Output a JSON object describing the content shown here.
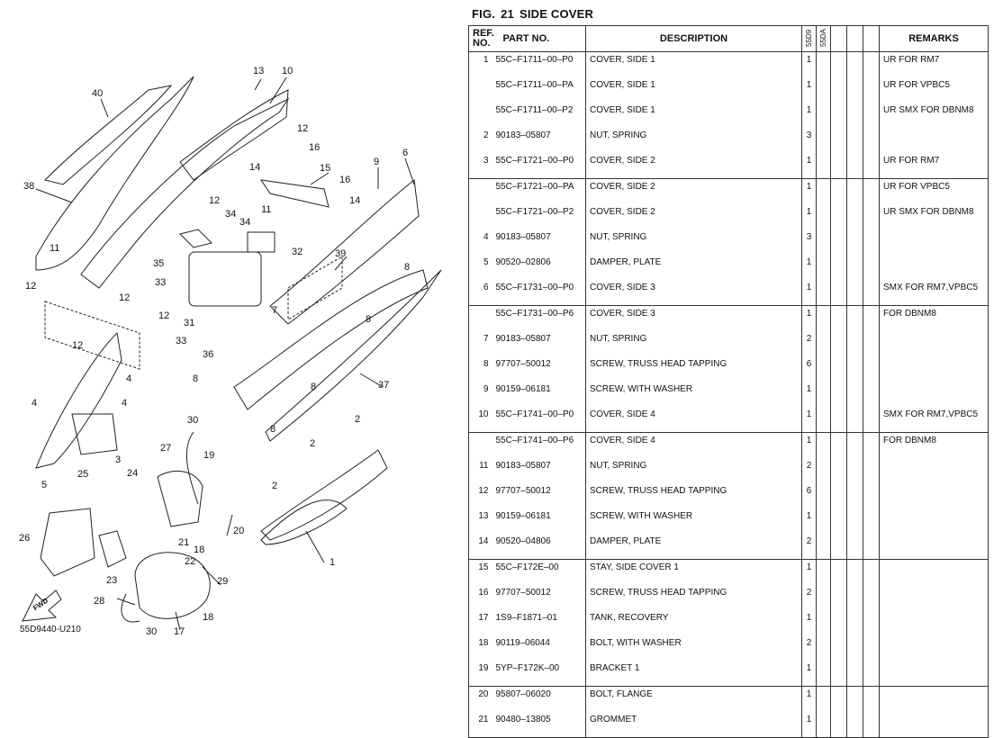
{
  "figure": {
    "label": "FIG.",
    "number": "21",
    "title": "SIDE COVER"
  },
  "diagram": {
    "code": "55D9440-U210",
    "fwd_label": "FWD",
    "callouts": [
      {
        "id": "c13",
        "text": "13"
      },
      {
        "id": "c10",
        "text": "10"
      },
      {
        "id": "c40",
        "text": "40"
      },
      {
        "id": "c12a",
        "text": "12"
      },
      {
        "id": "c16a",
        "text": "16"
      },
      {
        "id": "c6",
        "text": "6"
      },
      {
        "id": "c14a",
        "text": "14"
      },
      {
        "id": "c9",
        "text": "9"
      },
      {
        "id": "c15",
        "text": "15"
      },
      {
        "id": "c16b",
        "text": "16"
      },
      {
        "id": "c38",
        "text": "38"
      },
      {
        "id": "c14b",
        "text": "14"
      },
      {
        "id": "c11a",
        "text": "11"
      },
      {
        "id": "c12b",
        "text": "12"
      },
      {
        "id": "c34a",
        "text": "34"
      },
      {
        "id": "c34b",
        "text": "34"
      },
      {
        "id": "c32",
        "text": "32"
      },
      {
        "id": "c8a",
        "text": "8"
      },
      {
        "id": "c11b",
        "text": "11"
      },
      {
        "id": "c35",
        "text": "35"
      },
      {
        "id": "c39",
        "text": "39"
      },
      {
        "id": "c12c",
        "text": "12"
      },
      {
        "id": "c12d",
        "text": "12"
      },
      {
        "id": "c33a",
        "text": "33"
      },
      {
        "id": "c12e",
        "text": "12"
      },
      {
        "id": "c7",
        "text": "7"
      },
      {
        "id": "c31",
        "text": "31"
      },
      {
        "id": "c8b",
        "text": "8"
      },
      {
        "id": "c12f",
        "text": "12"
      },
      {
        "id": "c33b",
        "text": "33"
      },
      {
        "id": "c36",
        "text": "36"
      },
      {
        "id": "c4a",
        "text": "4"
      },
      {
        "id": "c37",
        "text": "37"
      },
      {
        "id": "c8c",
        "text": "8"
      },
      {
        "id": "c4b",
        "text": "4"
      },
      {
        "id": "c4c",
        "text": "4"
      },
      {
        "id": "c8d",
        "text": "8"
      },
      {
        "id": "c8e",
        "text": "8"
      },
      {
        "id": "c3",
        "text": "3"
      },
      {
        "id": "c30a",
        "text": "30"
      },
      {
        "id": "c2a",
        "text": "2"
      },
      {
        "id": "c27",
        "text": "27"
      },
      {
        "id": "c19",
        "text": "19"
      },
      {
        "id": "c5",
        "text": "5"
      },
      {
        "id": "c25",
        "text": "25"
      },
      {
        "id": "c2b",
        "text": "2"
      },
      {
        "id": "c24",
        "text": "24"
      },
      {
        "id": "c2c",
        "text": "2"
      },
      {
        "id": "c20",
        "text": "20"
      },
      {
        "id": "c26",
        "text": "26"
      },
      {
        "id": "c21",
        "text": "21"
      },
      {
        "id": "c18a",
        "text": "18"
      },
      {
        "id": "c1",
        "text": "1"
      },
      {
        "id": "c22",
        "text": "22"
      },
      {
        "id": "c23",
        "text": "23"
      },
      {
        "id": "c29",
        "text": "29"
      },
      {
        "id": "c28",
        "text": "28"
      },
      {
        "id": "c18b",
        "text": "18"
      },
      {
        "id": "c30b",
        "text": "30"
      },
      {
        "id": "c17",
        "text": "17"
      }
    ]
  },
  "table": {
    "headers": {
      "ref_line1": "REF.",
      "ref_line2": "NO.",
      "part": "PART NO.",
      "description": "DESCRIPTION",
      "col1": "55D9",
      "col2": "55DA",
      "remarks": "REMARKS"
    },
    "rows": [
      {
        "ref": "1",
        "part": "55C–F1711–00–P0",
        "desc": "COVER, SIDE 1",
        "qty": "1",
        "remarks": "UR FOR RM7"
      },
      {
        "ref": "",
        "part": "55C–F1711–00–PA",
        "desc": "COVER, SIDE 1",
        "qty": "1",
        "remarks": "UR FOR VPBC5"
      },
      {
        "ref": "",
        "part": "55C–F1711–00–P2",
        "desc": "COVER, SIDE 1",
        "qty": "1",
        "remarks": "UR SMX FOR DBNM8"
      },
      {
        "ref": "2",
        "part": "90183–05807",
        "desc": "NUT, SPRING",
        "qty": "3",
        "remarks": ""
      },
      {
        "ref": "3",
        "part": "55C–F1721–00–P0",
        "desc": "COVER, SIDE 2",
        "qty": "1",
        "remarks": "UR FOR RM7"
      },
      {
        "ref": "",
        "part": "55C–F1721–00–PA",
        "desc": "COVER, SIDE 2",
        "qty": "1",
        "remarks": "UR FOR VPBC5",
        "sep": true
      },
      {
        "ref": "",
        "part": "55C–F1721–00–P2",
        "desc": "COVER, SIDE 2",
        "qty": "1",
        "remarks": "UR SMX FOR DBNM8"
      },
      {
        "ref": "4",
        "part": "90183–05807",
        "desc": "NUT, SPRING",
        "qty": "3",
        "remarks": ""
      },
      {
        "ref": "5",
        "part": "90520–02806",
        "desc": "DAMPER, PLATE",
        "qty": "1",
        "remarks": ""
      },
      {
        "ref": "6",
        "part": "55C–F1731–00–P0",
        "desc": "COVER, SIDE 3",
        "qty": "1",
        "remarks": "SMX FOR RM7,VPBC5"
      },
      {
        "ref": "",
        "part": "55C–F1731–00–P6",
        "desc": "COVER, SIDE 3",
        "qty": "1",
        "remarks": "FOR DBNM8",
        "sep": true
      },
      {
        "ref": "7",
        "part": "90183–05807",
        "desc": "NUT, SPRING",
        "qty": "2",
        "remarks": ""
      },
      {
        "ref": "8",
        "part": "97707–50012",
        "desc": "SCREW, TRUSS HEAD TAPPING",
        "qty": "6",
        "remarks": ""
      },
      {
        "ref": "9",
        "part": "90159–06181",
        "desc": "SCREW, WITH WASHER",
        "qty": "1",
        "remarks": ""
      },
      {
        "ref": "10",
        "part": "55C–F1741–00–P0",
        "desc": "COVER, SIDE 4",
        "qty": "1",
        "remarks": "SMX FOR RM7,VPBC5"
      },
      {
        "ref": "",
        "part": "55C–F1741–00–P6",
        "desc": "COVER, SIDE 4",
        "qty": "1",
        "remarks": "FOR DBNM8",
        "sep": true
      },
      {
        "ref": "11",
        "part": "90183–05807",
        "desc": "NUT, SPRING",
        "qty": "2",
        "remarks": ""
      },
      {
        "ref": "12",
        "part": "97707–50012",
        "desc": "SCREW, TRUSS HEAD TAPPING",
        "qty": "6",
        "remarks": ""
      },
      {
        "ref": "13",
        "part": "90159–06181",
        "desc": "SCREW, WITH WASHER",
        "qty": "1",
        "remarks": ""
      },
      {
        "ref": "14",
        "part": "90520–04806",
        "desc": "DAMPER, PLATE",
        "qty": "2",
        "remarks": ""
      },
      {
        "ref": "15",
        "part": "55C–F172E–00",
        "desc": "STAY, SIDE COVER 1",
        "qty": "1",
        "remarks": "",
        "sep": true
      },
      {
        "ref": "16",
        "part": "97707–50012",
        "desc": "SCREW, TRUSS HEAD TAPPING",
        "qty": "2",
        "remarks": ""
      },
      {
        "ref": "17",
        "part": "1S9–F1871–01",
        "desc": "TANK, RECOVERY",
        "qty": "1",
        "remarks": ""
      },
      {
        "ref": "18",
        "part": "90119–06044",
        "desc": "BOLT, WITH WASHER",
        "qty": "2",
        "remarks": ""
      },
      {
        "ref": "19",
        "part": "5YP–F172K–00",
        "desc": "BRACKET 1",
        "qty": "1",
        "remarks": ""
      },
      {
        "ref": "20",
        "part": "95807–06020",
        "desc": "BOLT, FLANGE",
        "qty": "1",
        "remarks": "",
        "sep": true
      },
      {
        "ref": "21",
        "part": "90480–13805",
        "desc": "GROMMET",
        "qty": "1",
        "remarks": "",
        "last": true
      }
    ]
  }
}
